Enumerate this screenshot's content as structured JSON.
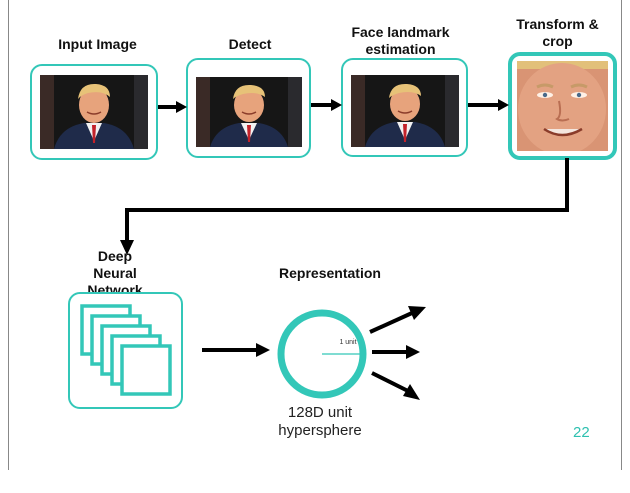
{
  "steps": {
    "input_image": "Input Image",
    "detect": "Detect",
    "landmark": "Face landmark estimation",
    "transform": "Transform & crop",
    "dnn": "Deep Neural Network",
    "representation": "Representation"
  },
  "unit_label": "1 unit",
  "hypersphere_caption": "128D unit hypersphere",
  "page_number": "22",
  "colors": {
    "accent": "#33c7b8",
    "arrow": "#000000",
    "bg": "#ffffff"
  },
  "icons": [
    "portrait-photo-icon",
    "face-crop-photo-icon",
    "stacked-layers-icon",
    "circle-icon",
    "arrow-icon"
  ]
}
